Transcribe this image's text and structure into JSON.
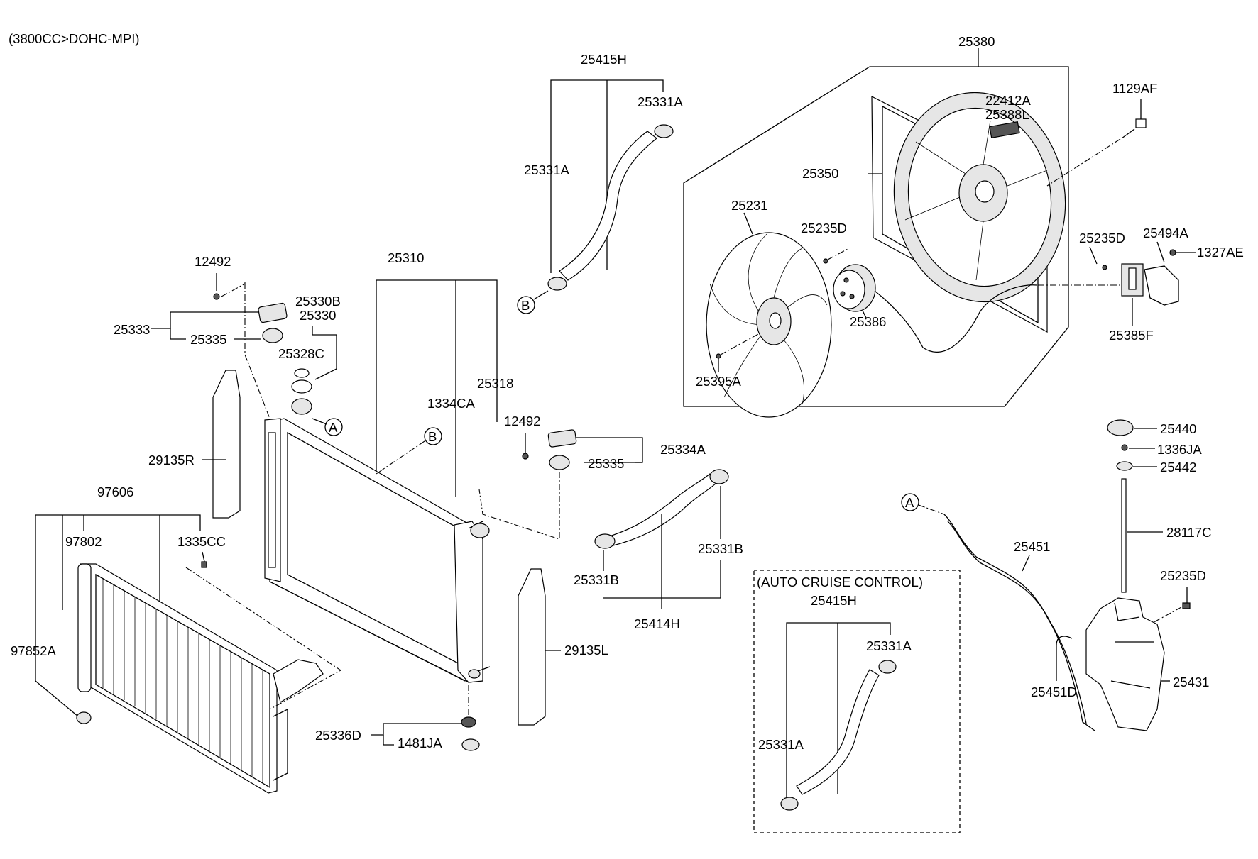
{
  "header": {
    "engine_note": "(3800CC>DOHC-MPI)"
  },
  "inset": {
    "title": "(AUTO CRUISE CONTROL)"
  },
  "callouts": {
    "A": "A",
    "B": "B"
  },
  "parts": {
    "p25380": "25380",
    "p25415H": "25415H",
    "p25331A_top_right": "25331A",
    "p25331A_top_left": "25331A",
    "p1129AF": "1129AF",
    "p22412A": "22412A",
    "p25388L": "25388L",
    "p25350": "25350",
    "p25231": "25231",
    "p25235D_fan": "25235D",
    "p25235D_res": "25235D",
    "p25494A": "25494A",
    "p1327AE": "1327AE",
    "p25386": "25386",
    "p25385F": "25385F",
    "p25395A": "25395A",
    "p12492_left": "12492",
    "p25310": "25310",
    "p25330B": "25330B",
    "p25330": "25330",
    "p25333": "25333",
    "p25335_left": "25335",
    "p25328C": "25328C",
    "p25318": "25318",
    "p1334CA": "1334CA",
    "p29135R": "29135R",
    "p12492_right": "12492",
    "p25334A": "25334A",
    "p25335_right": "25335",
    "p25440": "25440",
    "p1336JA": "1336JA",
    "p25442": "25442",
    "p97606": "97606",
    "p97802": "97802",
    "p1335CC": "1335CC",
    "p25331B_right": "25331B",
    "p25331B_left": "25331B",
    "p25414H": "25414H",
    "p28117C": "28117C",
    "p25451": "25451",
    "p25415H_inset": "25415H",
    "p25331A_inset_right": "25331A",
    "p25331A_inset_left": "25331A",
    "p97852A": "97852A",
    "p29135L": "29135L",
    "p25336D": "25336D",
    "p1481JA": "1481JA",
    "p25431": "25431",
    "p25451D": "25451D"
  }
}
